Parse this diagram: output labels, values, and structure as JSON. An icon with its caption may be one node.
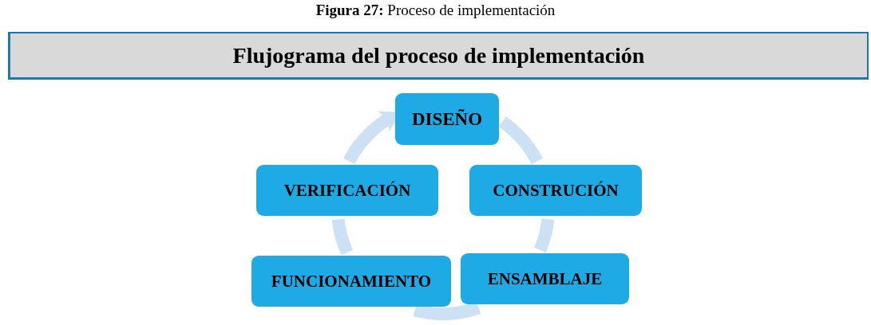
{
  "diagram": {
    "caption": "**Figura 27:** Proceso de implementación",
    "nodes": [
      {
        "text": [
          "Flujograma del proceso de implementación"
        ]
      },
      {
        "text": [
          "DISEÑO"
        ]
      },
      {
        "text": [
          "CONSTRUCIÓN"
        ]
      },
      {
        "text": [
          "ENSAMBLAJE"
        ]
      },
      {
        "text": [
          "FUNCIONAMIENTO"
        ]
      },
      {
        "text": [
          "VERIFICACIÓN"
        ]
      }
    ],
    "edges": [
      {
        "from": 1,
        "to": 2,
        "arrow": "none"
      },
      {
        "from": 2,
        "to": 3,
        "arrow": "none"
      },
      {
        "from": 3,
        "to": 4,
        "arrow": "none"
      },
      {
        "from": 4,
        "to": 5,
        "arrow": "none"
      },
      {
        "from": 5,
        "to": 1,
        "arrow": "to"
      }
    ]
  }
}
